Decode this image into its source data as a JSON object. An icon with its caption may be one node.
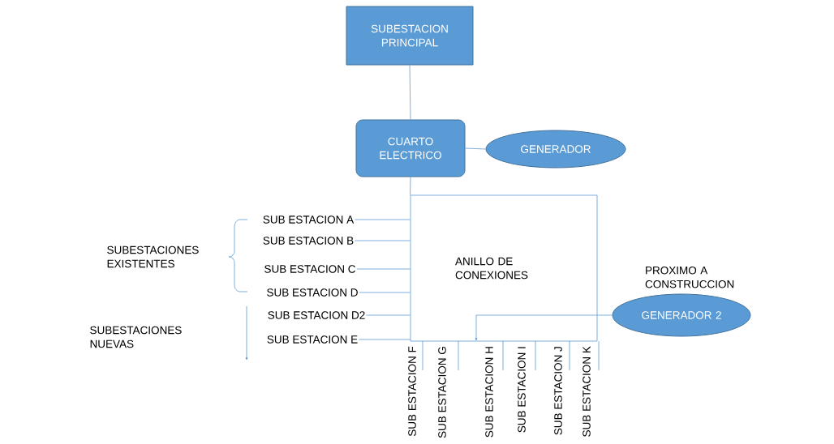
{
  "diagram": {
    "nodes": [
      {
        "text": [
          "SUBESTACION PRINCIPAL"
        ]
      },
      {
        "text": [
          "CUARTO ELECTRICO"
        ]
      },
      {
        "text": [
          "GENERADOR"
        ]
      },
      {
        "text": [
          "ANILLO DE CONEXIONES"
        ]
      },
      {
        "text": [
          "SUB ESTACION  A"
        ]
      },
      {
        "text": [
          "SUB ESTACION  B"
        ]
      },
      {
        "text": [
          "SUB ESTACION  C"
        ]
      },
      {
        "text": [
          "SUB ESTACION  D"
        ]
      },
      {
        "text": [
          "SUB ESTACION  D2"
        ]
      },
      {
        "text": [
          "SUB ESTACION  E"
        ]
      },
      {
        "text": [
          "SUB ESTACION F"
        ]
      },
      {
        "text": [
          "SUB ESTACION G"
        ]
      },
      {
        "text": [
          "SUB ESTACION H"
        ]
      },
      {
        "text": [
          "SUB ESTACION I"
        ]
      },
      {
        "text": [
          "SUB ESTACION J"
        ]
      },
      {
        "text": [
          "SUB ESTACION K"
        ]
      },
      {
        "text": [
          "GENERADOR 2"
        ],
        "beside": [
          "PROXIMO A CONSTRUCCION"
        ]
      }
    ],
    "edges": [
      {
        "from": 0,
        "to": 1,
        "arrow": "none"
      },
      {
        "from": 1,
        "to": 2,
        "arrow": "none"
      },
      {
        "from": 1,
        "to": 3,
        "arrow": "none"
      },
      {
        "from": 4,
        "to": 3,
        "arrow": "none"
      },
      {
        "from": 5,
        "to": 3,
        "arrow": "none"
      },
      {
        "from": 6,
        "to": 3,
        "arrow": "none"
      },
      {
        "from": 7,
        "to": 3,
        "arrow": "none"
      },
      {
        "from": 8,
        "to": 3,
        "arrow": "none"
      },
      {
        "from": 9,
        "to": 3,
        "arrow": "none"
      },
      {
        "from": 3,
        "to": 10,
        "arrow": "none"
      },
      {
        "from": 3,
        "to": 11,
        "arrow": "none"
      },
      {
        "from": 3,
        "to": 12,
        "arrow": "none"
      },
      {
        "from": 3,
        "to": 13,
        "arrow": "none"
      },
      {
        "from": 3,
        "to": 14,
        "arrow": "none"
      },
      {
        "from": 3,
        "to": 15,
        "arrow": "none"
      },
      {
        "from": 16,
        "to": 3,
        "arrow": "to"
      }
    ],
    "labels": [
      "SUBESTACIONES EXISTENTES",
      "SUBESTACIONES NUEVAS"
    ]
  }
}
